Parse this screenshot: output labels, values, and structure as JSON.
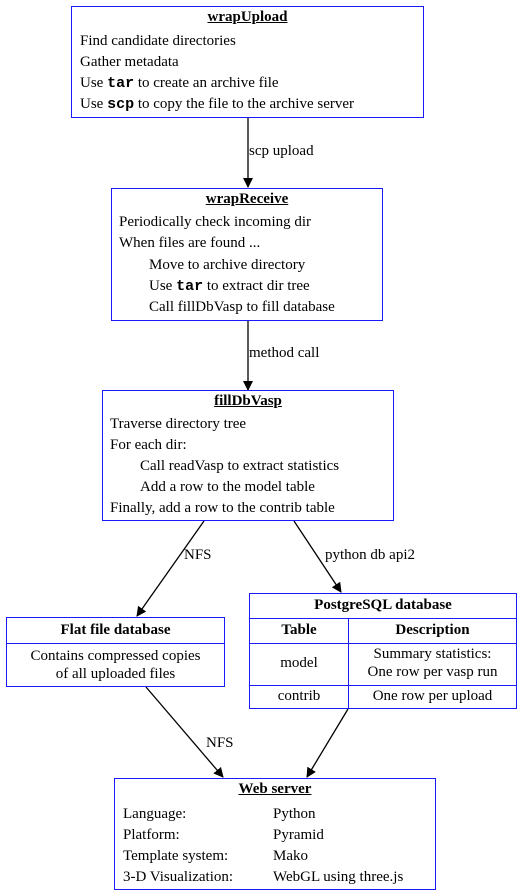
{
  "wrapUpload": {
    "title": "wrapUpload",
    "line1": "Find candidate directories",
    "line2": "Gather metadata",
    "line3_pre": "Use ",
    "line3_code": "tar",
    "line3_post": " to create an archive file",
    "line4_pre": "Use ",
    "line4_code": "scp",
    "line4_post": " to copy the file to the archive server"
  },
  "wrapReceive": {
    "title": "wrapReceive",
    "line1": "Periodically check incoming dir",
    "line2": "When files are found ...",
    "line3": "Move to archive directory",
    "line4_pre": "Use ",
    "line4_code": "tar",
    "line4_post": " to extract dir tree",
    "line5": "Call fillDbVasp to fill database"
  },
  "fillDbVasp": {
    "title": "fillDbVasp",
    "line1": "Traverse directory tree",
    "line2": "For each dir:",
    "line3": "Call readVasp to extract statistics",
    "line4": "Add a row to the model table",
    "line5": "Finally, add a row to the contrib table"
  },
  "flatFile": {
    "title": "Flat file database",
    "line1": "Contains compressed copies",
    "line2": "of all uploaded files"
  },
  "postgres": {
    "title": "PostgreSQL database",
    "header_table": "Table",
    "header_desc": "Description",
    "rows": [
      {
        "table": "model",
        "desc1": "Summary statistics:",
        "desc2": "One row per vasp run"
      },
      {
        "table": "contrib",
        "desc1": "One row per upload",
        "desc2": ""
      }
    ]
  },
  "webServer": {
    "title": "Web server",
    "rows": [
      {
        "key": "Language:",
        "value": "Python"
      },
      {
        "key": "Platform:",
        "value": "Pyramid"
      },
      {
        "key": "Template system:",
        "value": "Mako"
      },
      {
        "key": "3-D Visualization:",
        "value": "WebGL using three.js"
      }
    ]
  },
  "edges": {
    "upload": "scp upload",
    "receive": "method call",
    "nfs1": "NFS",
    "pydb": "python db api2",
    "nfs2": "NFS"
  }
}
